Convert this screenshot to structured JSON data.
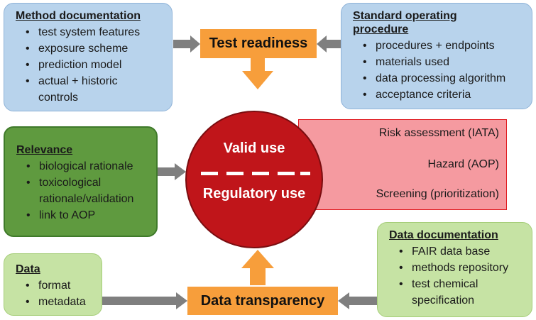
{
  "method_documentation": {
    "title": "Method documentation",
    "items": [
      "test system features",
      "exposure scheme",
      "prediction model",
      "actual + historic controls"
    ]
  },
  "sop": {
    "title": "Standard operating procedure",
    "items": [
      "procedures + endpoints",
      "materials used",
      "data processing algorithm",
      "acceptance criteria"
    ]
  },
  "test_readiness": "Test readiness",
  "relevance": {
    "title": "Relevance",
    "items": [
      "biological rationale",
      "toxicological rationale/validation",
      "link to AOP"
    ]
  },
  "center": {
    "top": "Valid use",
    "bottom": "Regulatory use"
  },
  "uses": [
    "Risk assessment  (IATA)",
    "Hazard (AOP)",
    "Screening (prioritization)"
  ],
  "data": {
    "title": "Data",
    "items": [
      "format",
      "metadata"
    ]
  },
  "data_transparency": "Data transparency",
  "data_documentation": {
    "title": "Data documentation",
    "items": [
      "FAIR data base",
      "methods repository",
      "test chemical specification"
    ]
  },
  "colors": {
    "blue_box": "#b8d3ec",
    "green_dark": "#5f9a3f",
    "green_light": "#c6e3a4",
    "orange": "#f79e3b",
    "red_circle": "#c0151a",
    "pink_panel": "#f59aa0",
    "arrow_gray": "#7f7f7f"
  }
}
